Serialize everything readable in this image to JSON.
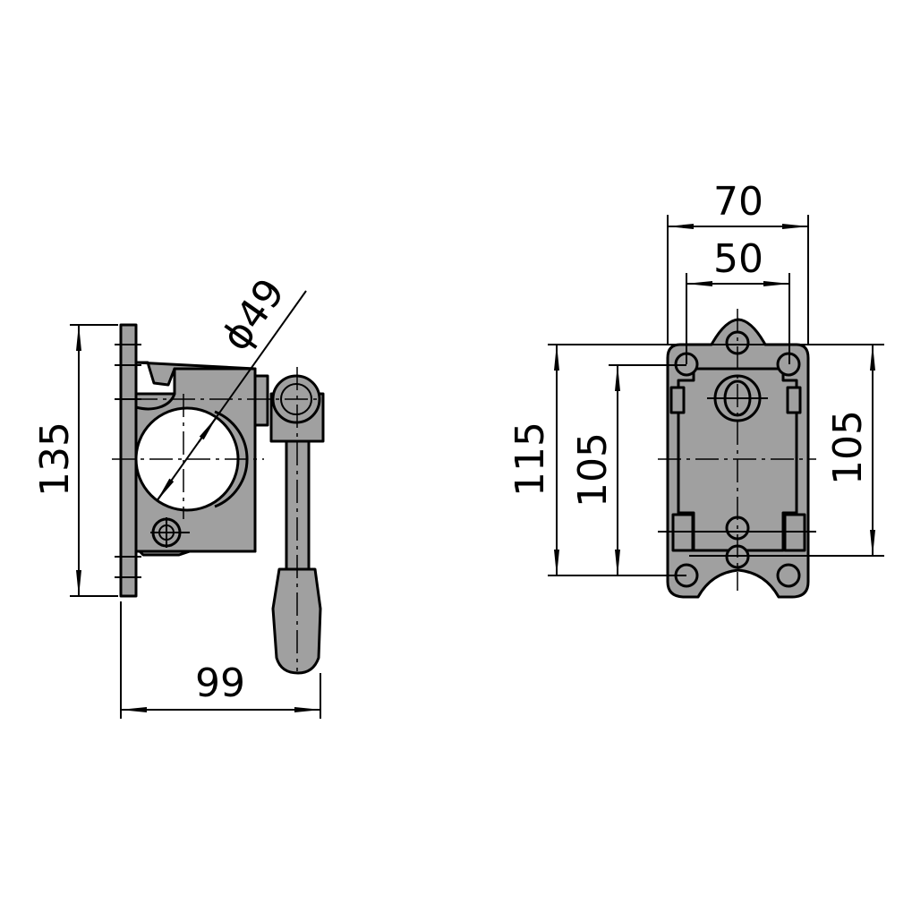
{
  "drawing": {
    "side_view": {
      "dimensions": {
        "height": "135",
        "depth": "99",
        "diameter": "ϕ49"
      }
    },
    "front_view": {
      "dimensions": {
        "outer_width": "70",
        "inner_width": "50",
        "overall_height": "115",
        "hole_spacing_left": "105",
        "hole_spacing_right": "105"
      }
    },
    "colors": {
      "part_fill": "#a0a0a0",
      "line": "#000000"
    }
  }
}
